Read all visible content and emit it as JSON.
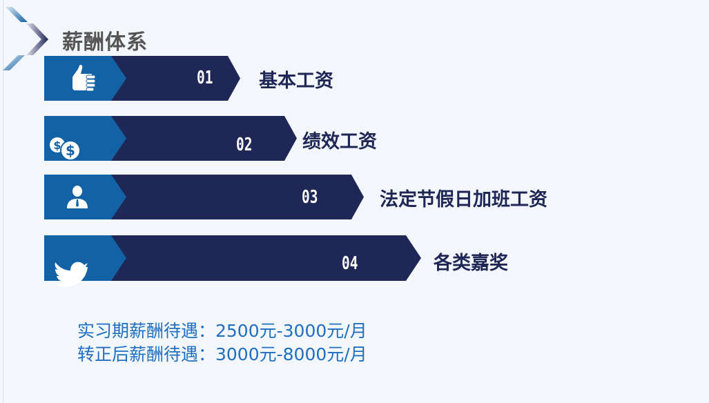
{
  "title": "薪酬体系",
  "items": [
    {
      "num": "01",
      "label": "基本工资",
      "icon": "thumbs-up-icon"
    },
    {
      "num": "02",
      "label": "绩效工资",
      "icon": "dollar-coins-icon"
    },
    {
      "num": "03",
      "label": "法定节假日加班工资",
      "icon": "person-icon"
    },
    {
      "num": "04",
      "label": "各类嘉奖",
      "icon": "bird-icon"
    }
  ],
  "info": [
    "实习期薪酬待遇：2500元-3000元/月",
    "转正后薪酬待遇：3000元-8000元/月"
  ],
  "colors": {
    "dark": "#1f2757",
    "blue": "#1262a5",
    "text": "#1e2655",
    "info": "#1f6fc0"
  }
}
